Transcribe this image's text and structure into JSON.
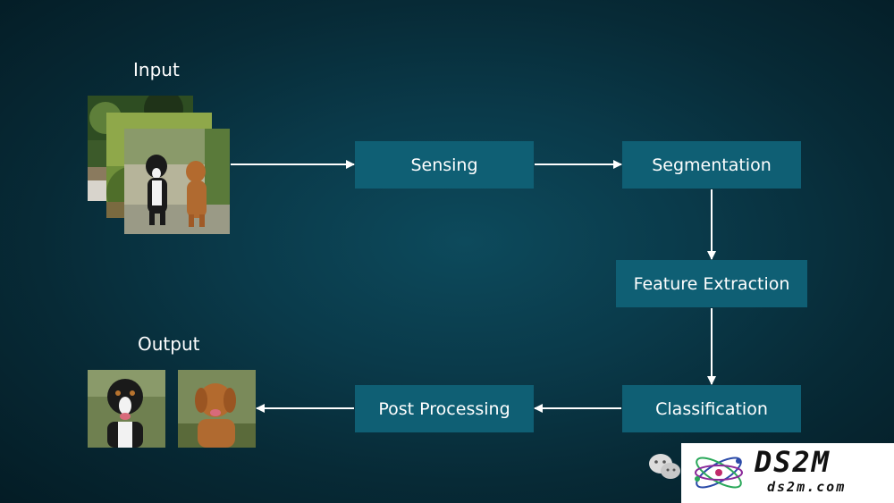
{
  "diagram": {
    "input_label": "Input",
    "output_label": "Output",
    "steps": {
      "sensing": "Sensing",
      "segmentation": "Segmentation",
      "feature_extraction": "Feature Extraction",
      "classification": "Classification",
      "post_processing": "Post Processing"
    }
  },
  "watermark": {
    "brand": "DS2M",
    "site": "ds2m.com"
  },
  "colors": {
    "box": "#0f5f74",
    "arrow": "#ffffff",
    "background": "#0a3a4a"
  }
}
